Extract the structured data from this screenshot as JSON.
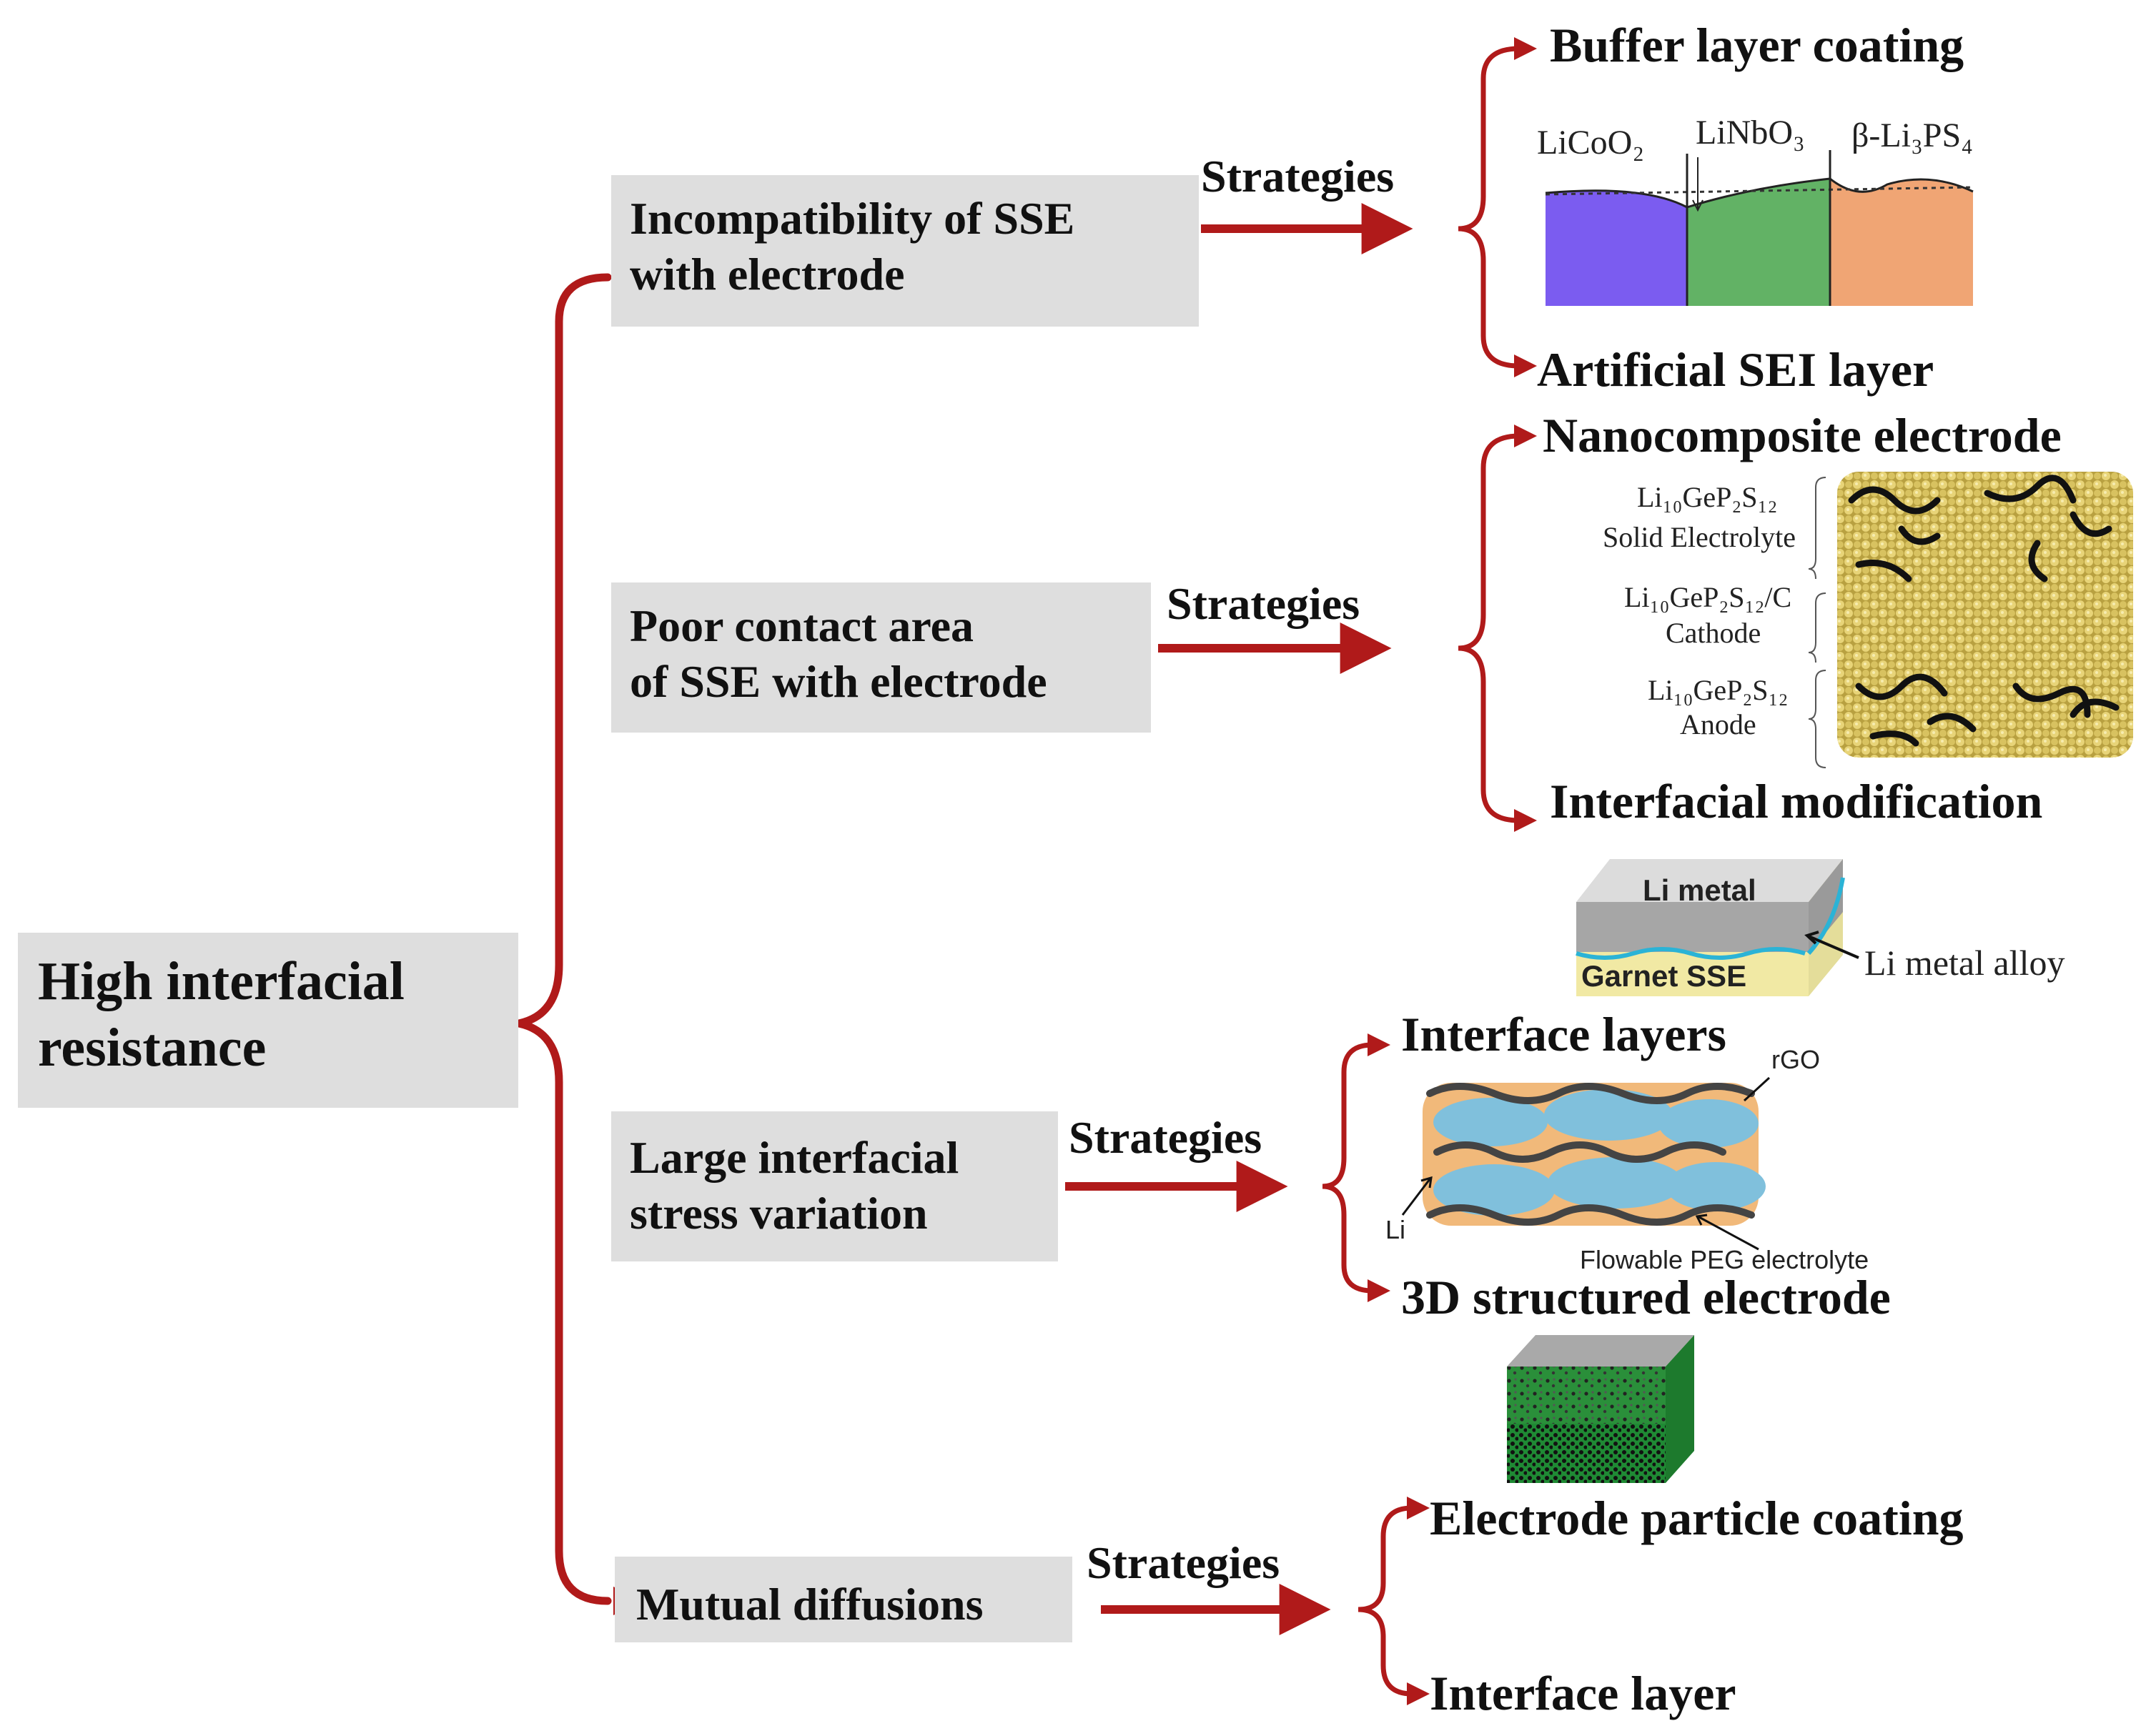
{
  "root": {
    "line1": "High interfacial",
    "line2": "resistance"
  },
  "causes": [
    {
      "line1": "Incompatibility of SSE",
      "line2": "with electrode"
    },
    {
      "line1": "Poor contact area",
      "line2": "of SSE with electrode"
    },
    {
      "line1": "Large interfacial",
      "line2": "stress variation"
    },
    {
      "line1": "Mutual diffusions",
      "line2": ""
    }
  ],
  "strategies_label": "Strategies",
  "solutions": {
    "buffer_layer": "Buffer layer coating",
    "artificial_sei": "Artificial SEI layer",
    "nanocomposite": "Nanocomposite electrode",
    "interfacial_mod": "Interfacial modification",
    "interface_layers": "Interface layers",
    "structured_3d": "3D structured electrode",
    "particle_coating": "Electrode particle coating",
    "interface_layer": "Interface layer"
  },
  "buffer_figure": {
    "licoo2": "LiCoO₂",
    "linbo3": "LiNbO₃",
    "li3ps4": "β-Li₃PS₄"
  },
  "nanocomposite_figure": {
    "electrolyte_formula": "Li₁₀GeP₂S₁₂",
    "electrolyte_label": "Solid Electrolyte",
    "cathode_formula": "Li₁₀GeP₂S₁₂/C",
    "cathode_label": "Cathode",
    "anode_formula": "Li₁₀GeP₂S₁₂",
    "anode_label": "Anode"
  },
  "garnet_figure": {
    "top_label": "Li metal",
    "bottom_label": "Garnet SSE",
    "alloy_label": "Li metal alloy"
  },
  "rgo_figure": {
    "rgo": "rGO",
    "li": "Li",
    "peg": "Flowable PEG electrolyte"
  },
  "colors": {
    "arrow": "#b01a1a",
    "box": "#dedede",
    "licoo2": "#7b5cf0",
    "linbo3": "#62b265",
    "li3ps4": "#f0a574"
  }
}
